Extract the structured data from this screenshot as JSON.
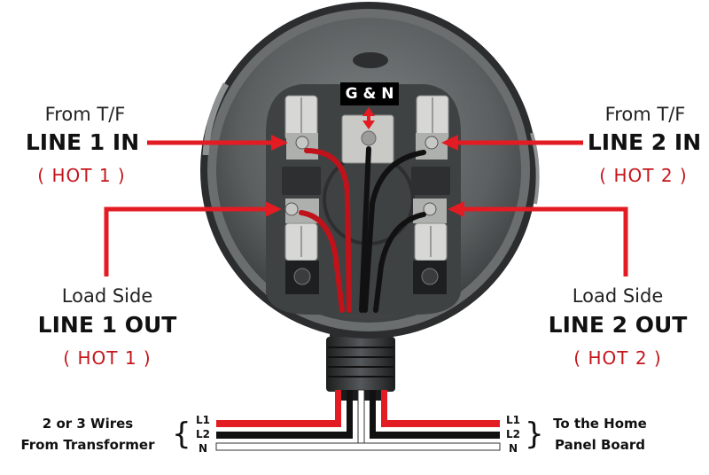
{
  "labels": {
    "gn": "G & N",
    "left_top": {
      "from": "From T/F",
      "line": "LINE 1 IN",
      "hot": "( HOT 1 )"
    },
    "right_top": {
      "from": "From T/F",
      "line": "LINE 2 IN",
      "hot": "( HOT 2 )"
    },
    "left_bottom": {
      "from": "Load Side",
      "line": "LINE 1 OUT",
      "hot": "( HOT 1 )"
    },
    "right_bottom": {
      "from": "Load Side",
      "line": "LINE 2 OUT",
      "hot": "( HOT 2 )"
    },
    "bottom_left": {
      "line1": "2 or 3 Wires",
      "line2": "From Transformer"
    },
    "bottom_right": {
      "line1": "To the Home",
      "line2": "Panel Board"
    },
    "wires": {
      "l1": "L1",
      "l2": "L2",
      "n": "N"
    }
  },
  "colors": {
    "accent_red": "#e31b23",
    "hot_text": "#c4161c",
    "meter_gray": "#5a5d5e",
    "meter_dark": "#2f3233"
  }
}
